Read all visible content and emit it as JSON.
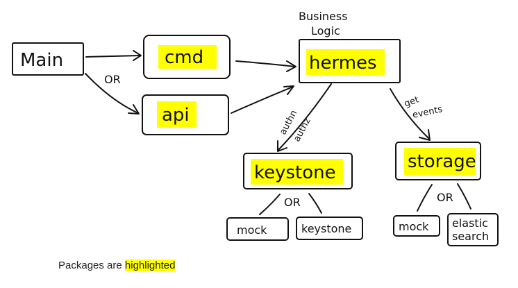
{
  "nodes": {
    "main": "Main",
    "cmd": "cmd",
    "api": "api",
    "hermes": "hermes",
    "keystone": "keystone",
    "storage": "storage",
    "keystone_mock": "mock",
    "keystone_impl": "keystone",
    "storage_mock": "mock",
    "storage_elastic_line1": "elastic",
    "storage_elastic_line2": "search"
  },
  "labels": {
    "or_main": "OR",
    "or_keystone": "OR",
    "or_storage": "OR",
    "business_line1": "Business",
    "business_line2": "Logic",
    "authn": "authn",
    "authz": "authz",
    "get_line1": "get",
    "get_line2": "events"
  },
  "caption": {
    "prefix": "Packages are",
    "highlighted": "highlighted"
  },
  "colors": {
    "highlight": "#ffff00",
    "ink": "#111111"
  }
}
